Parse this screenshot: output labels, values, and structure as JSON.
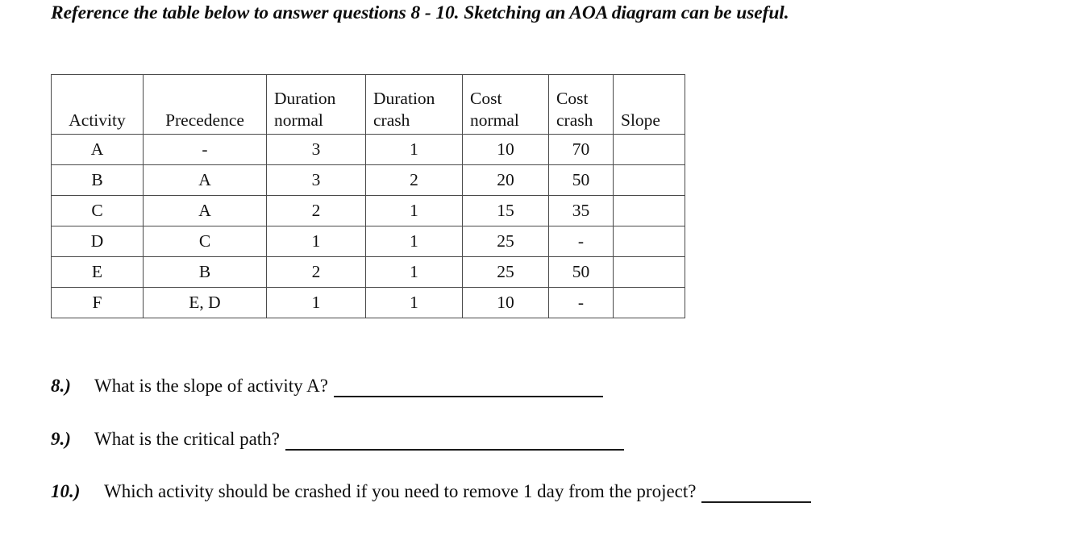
{
  "document": {
    "intro": "Reference the table below to answer questions 8 - 10. Sketching an AOA diagram can be useful."
  },
  "table": {
    "headers": [
      {
        "line1": "",
        "line2": "Activity"
      },
      {
        "line1": "",
        "line2": "Precedence"
      },
      {
        "line1": "Duration",
        "line2": "normal"
      },
      {
        "line1": "Duration",
        "line2": "crash"
      },
      {
        "line1": "Cost",
        "line2": "normal"
      },
      {
        "line1": "Cost",
        "line2": "crash"
      },
      {
        "line1": "",
        "line2": "Slope"
      }
    ],
    "rows": [
      {
        "activity": "A",
        "precedence": "-",
        "duration_normal": "3",
        "duration_crash": "1",
        "cost_normal": "10",
        "cost_crash": "70",
        "slope": ""
      },
      {
        "activity": "B",
        "precedence": "A",
        "duration_normal": "3",
        "duration_crash": "2",
        "cost_normal": "20",
        "cost_crash": "50",
        "slope": ""
      },
      {
        "activity": "C",
        "precedence": "A",
        "duration_normal": "2",
        "duration_crash": "1",
        "cost_normal": "15",
        "cost_crash": "35",
        "slope": ""
      },
      {
        "activity": "D",
        "precedence": "C",
        "duration_normal": "1",
        "duration_crash": "1",
        "cost_normal": "25",
        "cost_crash": "-",
        "slope": ""
      },
      {
        "activity": "E",
        "precedence": "B",
        "duration_normal": "2",
        "duration_crash": "1",
        "cost_normal": "25",
        "cost_crash": "50",
        "slope": ""
      },
      {
        "activity": "F",
        "precedence": "E, D",
        "duration_normal": "1",
        "duration_crash": "1",
        "cost_normal": "10",
        "cost_crash": "-",
        "slope": ""
      }
    ]
  },
  "questions": [
    {
      "number": "8.)",
      "text": "What is the slope of activity A?"
    },
    {
      "number": "9.)",
      "text": "What is the critical path?"
    },
    {
      "number": "10.)",
      "text": "Which activity should be crashed if you need to remove 1 day from the project?"
    }
  ]
}
